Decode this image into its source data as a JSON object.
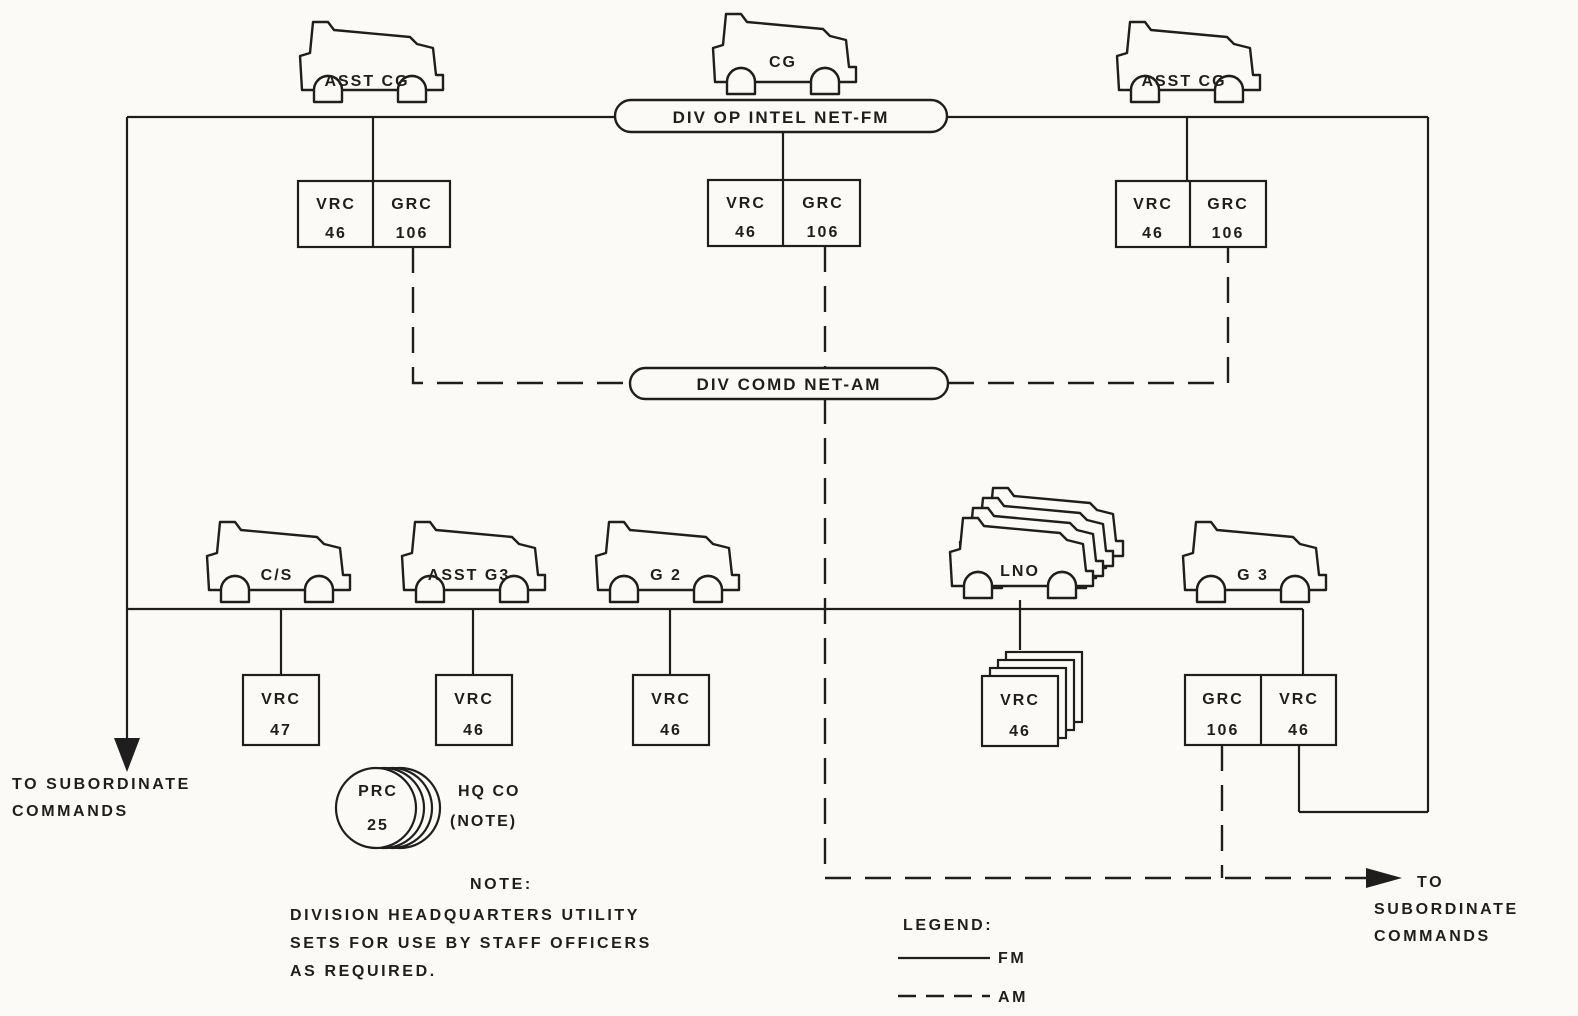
{
  "nets": {
    "fm_name": "DIV OP INTEL NET-FM",
    "am_name": "DIV COMD NET-AM"
  },
  "vehicles": {
    "asst_cg_left": "ASST CG",
    "cg": "CG",
    "asst_cg_right": "ASST CG",
    "cs": "C/S",
    "asst_g3": "ASST G3",
    "g2": "G 2",
    "lno": "LNO",
    "g3": "G 3"
  },
  "radios": {
    "vrc": "VRC",
    "grc": "GRC",
    "n46": "46",
    "n47": "47",
    "n106": "106",
    "prc": "PRC",
    "n25": "25"
  },
  "hq_co": {
    "line1": "HQ CO",
    "line2": "(NOTE)"
  },
  "subordinate_left": {
    "line1": "TO SUBORDINATE",
    "line2": "COMMANDS"
  },
  "subordinate_right": {
    "line1": "TO",
    "line2": "SUBORDINATE",
    "line3": "COMMANDS"
  },
  "note": {
    "title": "NOTE:",
    "line1": "DIVISION HEADQUARTERS UTILITY",
    "line2": "SETS FOR USE BY STAFF OFFICERS",
    "line3": "AS REQUIRED."
  },
  "legend": {
    "title": "LEGEND:",
    "fm": "FM",
    "am": "AM"
  },
  "colors": {
    "ink": "#1e1e1e",
    "paper": "#fbfaf6"
  }
}
